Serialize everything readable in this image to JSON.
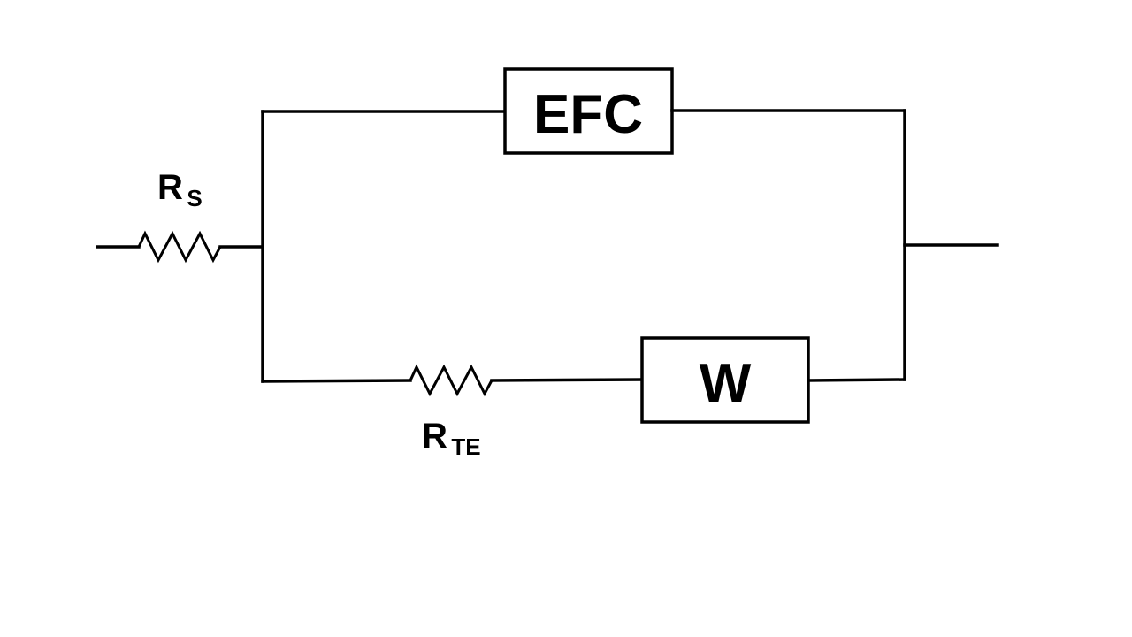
{
  "diagram": {
    "components": {
      "rs": {
        "main": "R",
        "sub": "S"
      },
      "rte": {
        "main": "R",
        "sub": "TE"
      },
      "efc": {
        "label": "EFC"
      },
      "w": {
        "label": "W"
      }
    },
    "colors": {
      "stroke": "#000000",
      "background": "#ffffff"
    }
  }
}
